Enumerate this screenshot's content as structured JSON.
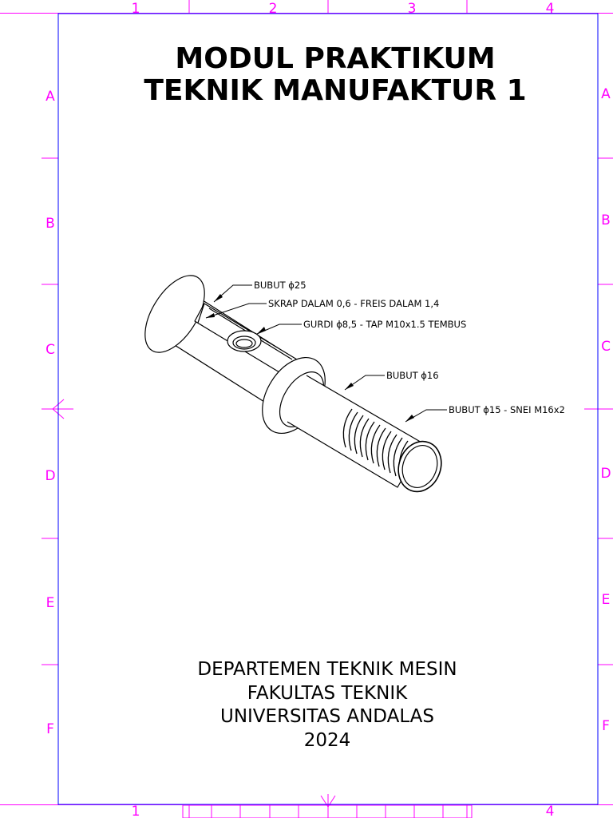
{
  "title": {
    "line1": "MODUL PRAKTIKUM",
    "line2": "TEKNIK MANUFAKTUR 1"
  },
  "frame": {
    "columns": [
      "1",
      "2",
      "3",
      "4"
    ],
    "rows": [
      "A",
      "B",
      "C",
      "D",
      "E",
      "F"
    ],
    "color": "#ff00ff",
    "border_color": "#0000ff"
  },
  "drawing": {
    "callouts": [
      "BUBUT ϕ25",
      "SKRAP DALAM 0,6 - FREIS DALAM 1,4",
      "GURDI ϕ8,5 - TAP M10x1.5 TEMBUS",
      "BUBUT ϕ16",
      "BUBUT ϕ15 - SNEI M16x2"
    ]
  },
  "footer": {
    "line1": "DEPARTEMEN TEKNIK MESIN",
    "line2": "FAKULTAS TEKNIK",
    "line3": "UNIVERSITAS ANDALAS",
    "line4": "2024"
  }
}
